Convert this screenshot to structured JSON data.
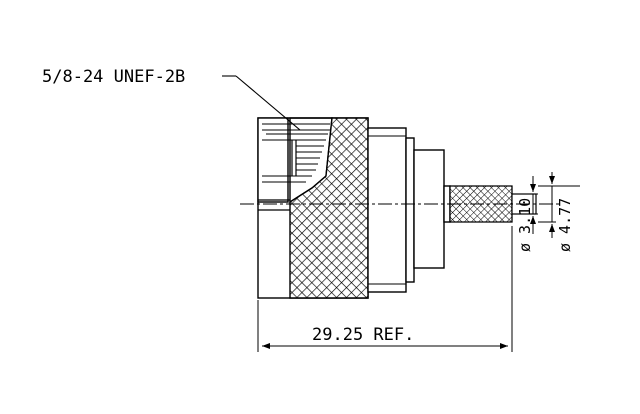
{
  "drawing": {
    "thread_callout": "5/8-24 UNEF-2B",
    "length_dimension": "29.25 REF.",
    "inner_diameter": "ø 3.10",
    "outer_diameter": "ø 4.77"
  },
  "colors": {
    "line": "#000000",
    "background": "#ffffff"
  }
}
